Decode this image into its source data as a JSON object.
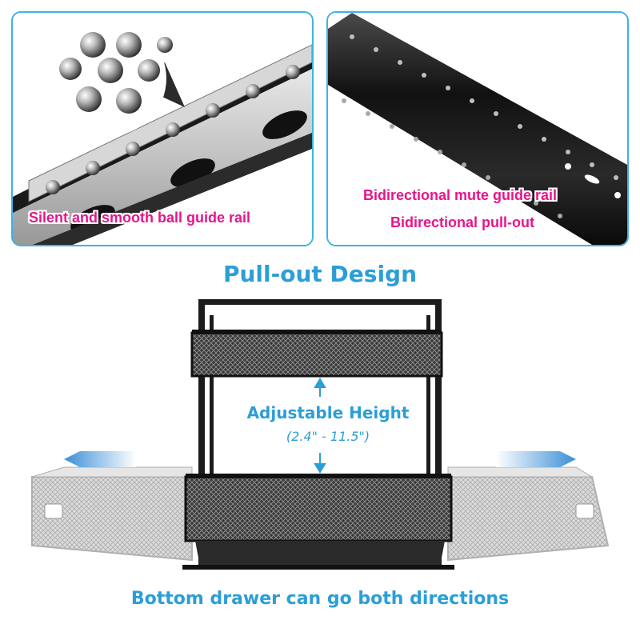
{
  "top_left_panel": {
    "caption": "Silent and smooth ball guide rail"
  },
  "top_right_panel": {
    "caption_line1": "Bidirectional mute guide rail",
    "caption_line2": "Bidirectional pull-out"
  },
  "main_title": "Pull-out Design",
  "height_label": "Adjustable Height",
  "height_range": "(2.4\" - 11.5\")",
  "bottom_caption": "Bottom drawer can go both directions",
  "colors": {
    "accent_blue": "#2c9ed6",
    "caption_pink": "#e6158a",
    "panel_border": "#3fb3e0"
  }
}
